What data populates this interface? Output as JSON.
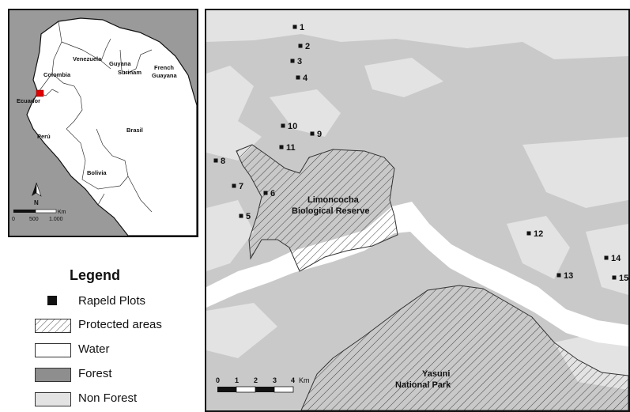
{
  "inset_map": {
    "countries": [
      "Venezuela",
      "Guyana",
      "French",
      "Guayana",
      "Colombia",
      "Surinam",
      "Ecuador",
      "Perú",
      "Brasil",
      "Bolivia"
    ],
    "north_label": "N",
    "scale_unit": "Km",
    "scale_ticks": [
      "0",
      "500",
      "1.000"
    ],
    "colors": {
      "land": "#ffffff",
      "sea": "#9a9a9a",
      "marker": "#e00000"
    }
  },
  "main_map": {
    "plots": [
      {
        "label": "1"
      },
      {
        "label": "2"
      },
      {
        "label": "3"
      },
      {
        "label": "4"
      },
      {
        "label": "5"
      },
      {
        "label": "6"
      },
      {
        "label": "7"
      },
      {
        "label": "8"
      },
      {
        "label": "9"
      },
      {
        "label": "10"
      },
      {
        "label": "11"
      },
      {
        "label": "12"
      },
      {
        "label": "13"
      },
      {
        "label": "14"
      },
      {
        "label": "15"
      }
    ],
    "area_labels": {
      "limoncocha_line1": "Limoncocha",
      "limoncocha_line2": "Biological Reserve",
      "yasuni_line1": "Yasuni",
      "yasuni_line2": "National Park"
    },
    "scale_ticks": [
      "0",
      "1",
      "2",
      "3",
      "4"
    ],
    "scale_unit": "Km",
    "colors": {
      "forest": "#c9c9c9",
      "non_forest": "#e3e3e3",
      "water": "#ffffff",
      "plot": "#111111"
    }
  },
  "legend": {
    "title": "Legend",
    "items": [
      {
        "label": "Rapeld Plots"
      },
      {
        "label": "Protected areas"
      },
      {
        "label": "Water"
      },
      {
        "label": "Forest"
      },
      {
        "label": "Non Forest"
      }
    ]
  }
}
